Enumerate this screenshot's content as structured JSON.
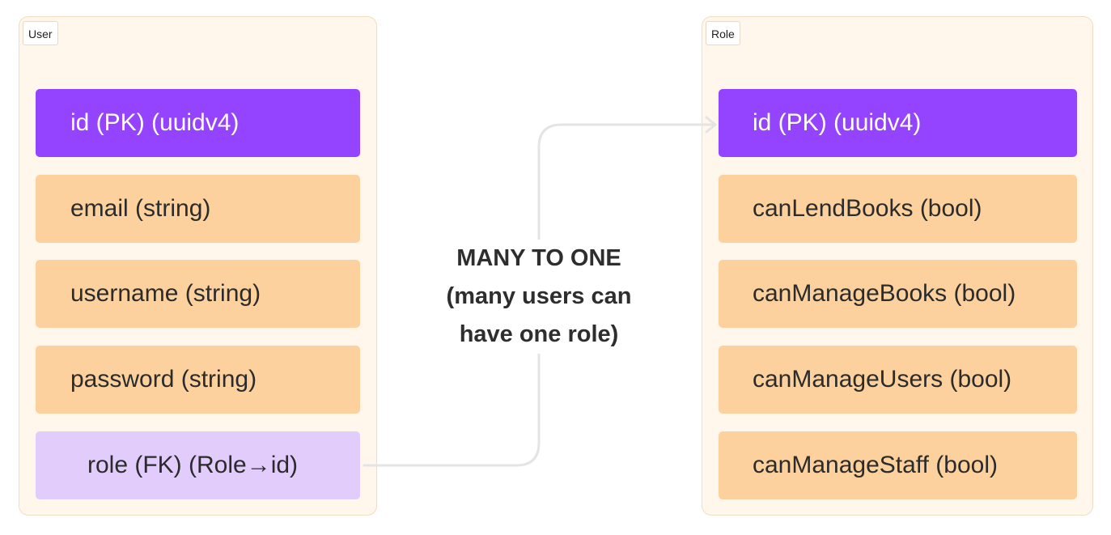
{
  "entities": {
    "user": {
      "title": "User",
      "fields": [
        {
          "label": "id (PK) (uuidv4)",
          "kind": "pk"
        },
        {
          "label": "email (string)",
          "kind": "attr"
        },
        {
          "label": "username (string)",
          "kind": "attr"
        },
        {
          "label": "password (string)",
          "kind": "attr"
        },
        {
          "label": "role (FK) (Role→id)",
          "kind": "fk"
        }
      ]
    },
    "role": {
      "title": "Role",
      "fields": [
        {
          "label": "id (PK) (uuidv4)",
          "kind": "pk"
        },
        {
          "label": "canLendBooks (bool)",
          "kind": "attr"
        },
        {
          "label": "canManageBooks (bool)",
          "kind": "attr"
        },
        {
          "label": "canManageUsers (bool)",
          "kind": "attr"
        },
        {
          "label": "canManageStaff (bool)",
          "kind": "attr"
        }
      ]
    }
  },
  "relation": {
    "lines": [
      "MANY TO ONE",
      "(many users can",
      "have one role)"
    ],
    "from": "user.role",
    "to": "role.id"
  },
  "colors": {
    "entity_bg": "#fff6ec",
    "pk": "#9444ff",
    "attr": "#fcd19e",
    "fk": "#e2ccfc",
    "connector": "#e4e4e4"
  }
}
